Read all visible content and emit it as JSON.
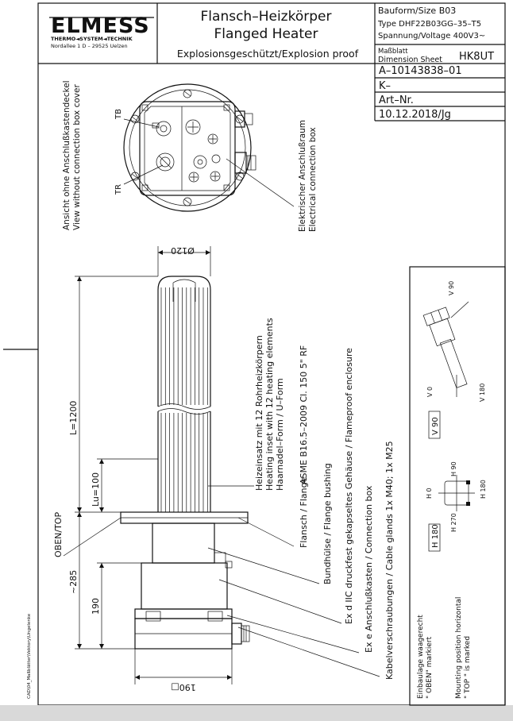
{
  "title_block": {
    "company": "ELMESS",
    "company_tagline": "THERMO◄SYSTEM◄TECHNIK",
    "company_address": "Nordallee 1   D – 29525 Uelzen",
    "title_de": "Flansch–Heizkörper",
    "title_en": "Flanged Heater",
    "subtitle": "Explosionsgeschützt/Explosion proof",
    "size_label": "Bauform/Size  B03",
    "type_label": "Type  DHF22B03GG–35–T5",
    "voltage_label": "Spannung/Voltage  400V3~",
    "dimension_sheet_de": "Maßblatt",
    "dimension_sheet_en": "Dimension Sheet",
    "sheet_code": "HK8UT",
    "drawing_no": "A–10143838–01",
    "k_field": "K–",
    "art_no": "Art–Nr.",
    "date": "10.12.2018/Jg"
  },
  "top_view": {
    "caption_de": "Ansicht ohne Anschlußkastendeckel",
    "caption_en": "View without connection box cover",
    "label_tb": "TB",
    "label_tr": "TR",
    "connection_de": "Elektrischer Anschlußraum",
    "connection_en": "Electrical connection box"
  },
  "side_view": {
    "diameter_top": "Ø120",
    "diameter_bottom": "190□",
    "length_total": "L=1200",
    "length_unheated": "Lu=100",
    "height_top": "~285",
    "height_box": "190",
    "oben_top": "OBEN/TOP"
  },
  "annotations": {
    "heating_1": "Heizeinsatz mit  12  Rohrheizkörpern",
    "heating_2": "Heating inset with  12  heating elements",
    "heating_3": "Haarnadel–Form  /  U–Form",
    "flange_std": "ASME  B16.5–2009  Cl. 150  5\"  RF",
    "flange": "Flansch  /  Flange",
    "bushing": "Bundhülse  /  Flange bushing",
    "enclosure": "Ex d IIC druckfest gekapseltes Gehäuse  /  Flameproof enclosure",
    "connection": "Ex e Anschlußkasten  /  Connection box",
    "glands": "Kabelverschraubungen  /  Cable glands   1x  M40;  1x M25"
  },
  "mounting": {
    "de_1": "Einbaulage waagerecht",
    "de_2": "\" OBEN\" markiert",
    "en_1": "Mounting position horizontal",
    "en_2": "\" TOP \" is marked",
    "h180_box": "H 180",
    "v90_box": "V  90",
    "h0": "H 0",
    "h90": "H 90",
    "h270": "H 270",
    "h180": "H 180",
    "v0": "V 0",
    "v90": "V 90",
    "v180": "V 180"
  },
  "file_path": "CAD\\04_Maßblätter\\Vektory\\Ungelenke"
}
